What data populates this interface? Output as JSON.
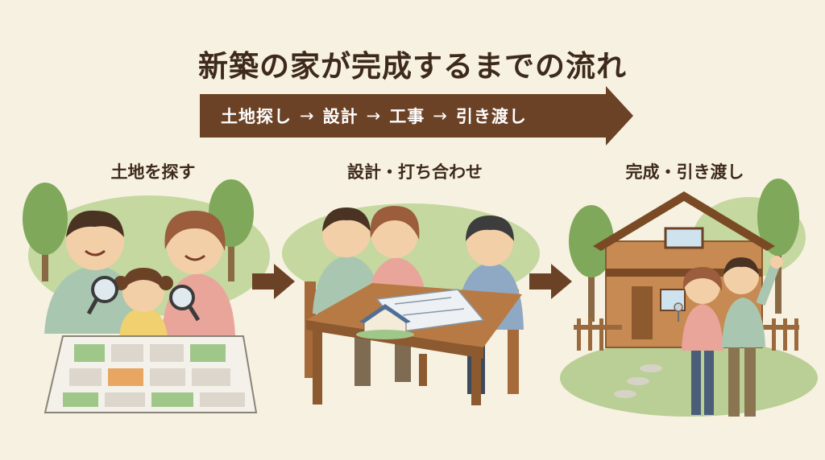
{
  "title": "新築の家が完成するまでの流れ",
  "flow": {
    "steps": [
      "土地探し",
      "設計",
      "工事",
      "引き渡し"
    ],
    "separator": "→"
  },
  "panels": [
    {
      "label": "土地を探す"
    },
    {
      "label": "設計・打ち合わせ"
    },
    {
      "label": "完成・引き渡し"
    }
  ],
  "colors": {
    "background": "#f7f1e1",
    "banner": "#6b4226",
    "arrow": "#6b4226",
    "title_text": "#3e2a1c",
    "tree": "#7fa85a",
    "hill": "#b9cf95"
  }
}
